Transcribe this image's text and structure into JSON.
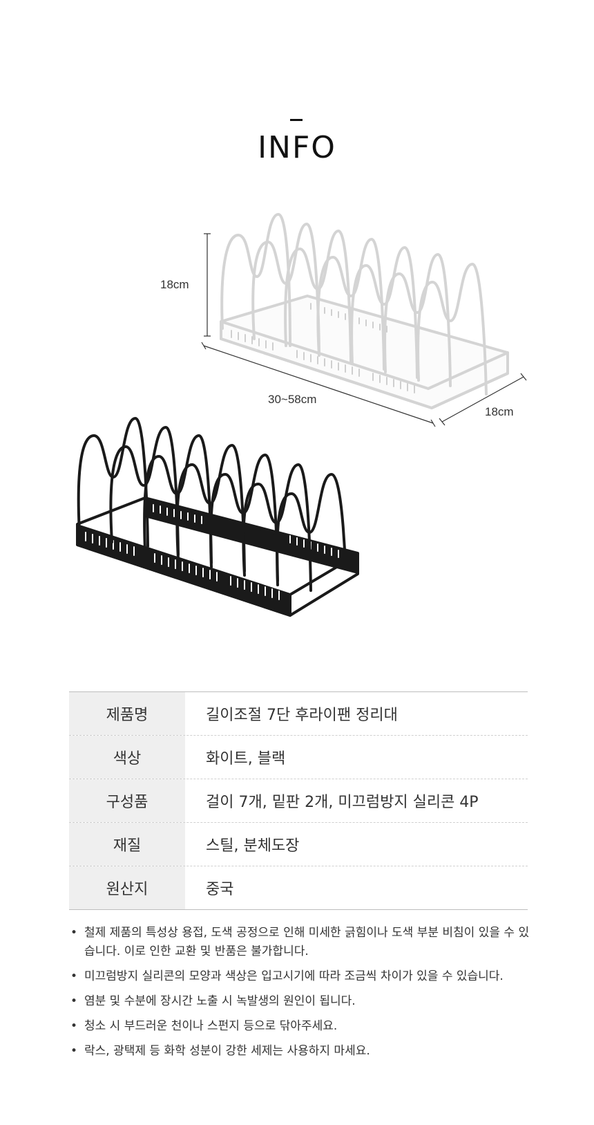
{
  "header": {
    "dash": "-",
    "title": "INFO"
  },
  "dimensions": {
    "height": "18cm",
    "length": "30~58cm",
    "depth": "18cm"
  },
  "spec_table": {
    "rows": [
      {
        "key": "제품명",
        "value": "길이조절 7단 후라이팬 정리대"
      },
      {
        "key": "색상",
        "value": "화이트, 블랙"
      },
      {
        "key": "구성품",
        "value": "걸이 7개, 밑판 2개, 미끄럼방지 실리콘 4P"
      },
      {
        "key": "재질",
        "value": "스틸, 분체도장"
      },
      {
        "key": "원산지",
        "value": "중국"
      }
    ]
  },
  "notes": [
    "철제 제품의 특성상 용접, 도색 공정으로 인해 미세한 긁힘이나 도색 부분 비침이 있을 수 있습니다. 이로 인한 교환 및 반품은 불가합니다.",
    "미끄럼방지 실리콘의 모양과 색상은 입고시기에 따라 조금씩 차이가 있을 수 있습니다.",
    "염분 및 수분에 장시간 노출 시 녹발생의 원인이 됩니다.",
    "청소 시 부드러운 천이나 스펀지 등으로 닦아주세요.",
    "락스, 광택제 등 화학 성분이 강한 세제는 사용하지 마세요."
  ],
  "colors": {
    "white_rack_stroke": "#d4d4d4",
    "black_rack_stroke": "#1a1a1a",
    "table_key_bg": "#efefef"
  }
}
